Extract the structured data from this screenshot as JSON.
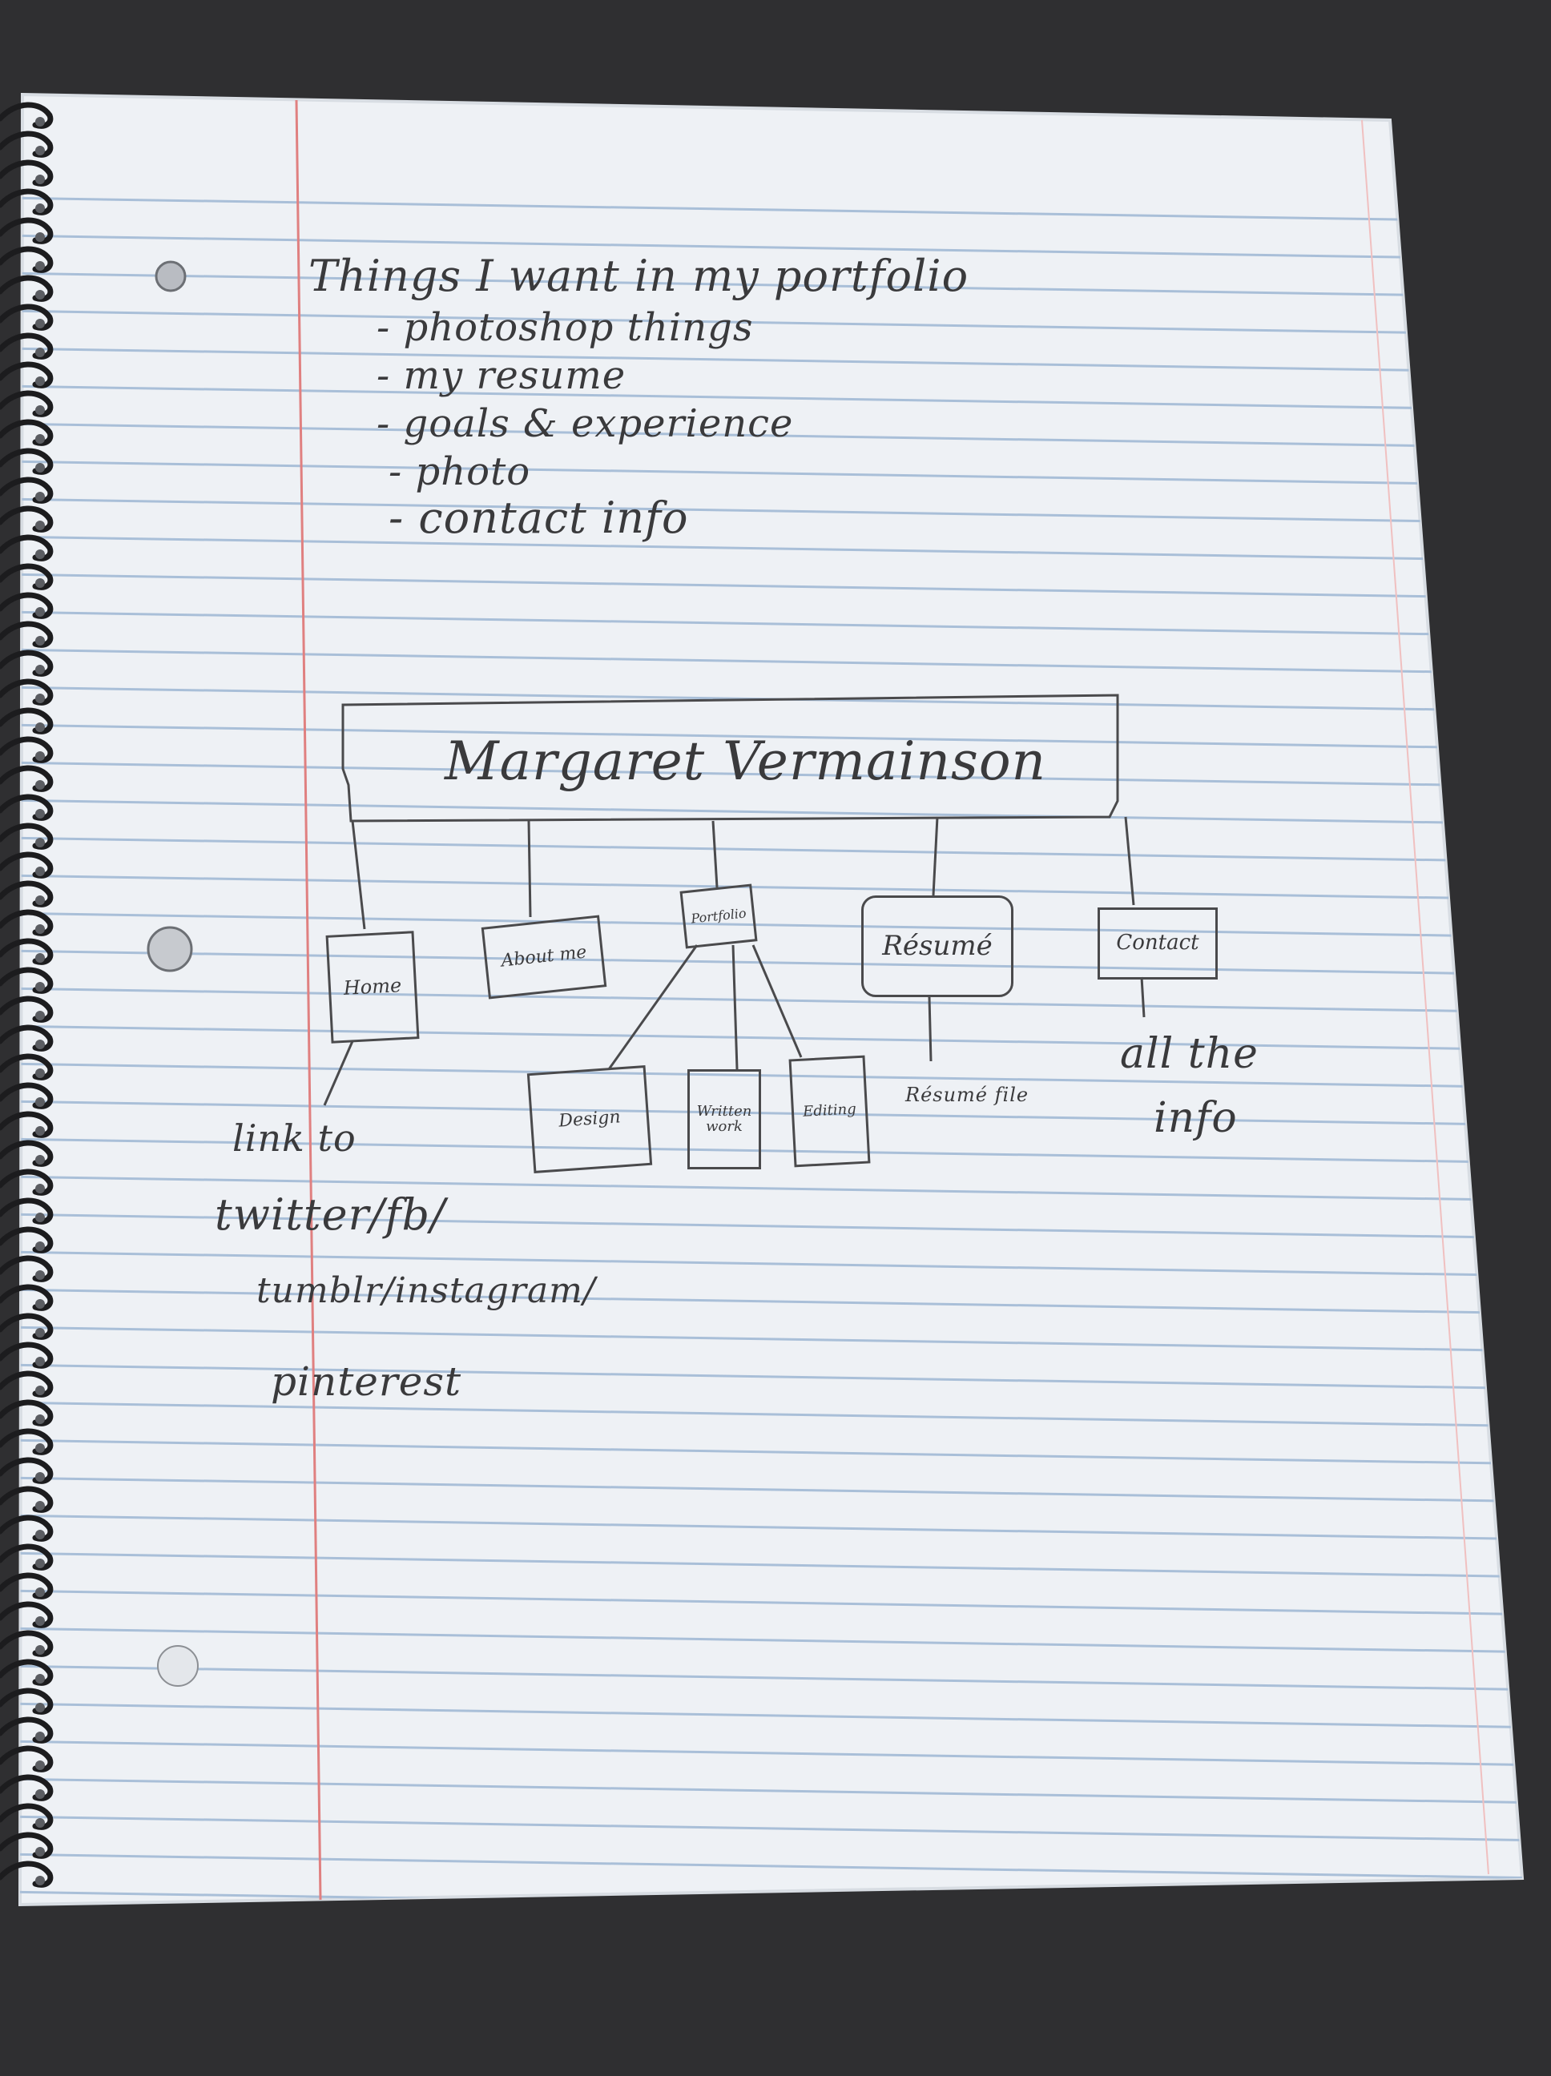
{
  "notes": {
    "heading": "Things I want in my portfolio",
    "items": [
      "- photoshop things",
      "- my resume",
      "- goals & experience",
      "- photo",
      "- contact info"
    ]
  },
  "sitemap": {
    "title": "Margaret Vermainson",
    "pages": [
      {
        "label": "Home"
      },
      {
        "label": "About me"
      },
      {
        "label": "Portfolio"
      },
      {
        "label": "Résumé"
      },
      {
        "label": "Contact"
      }
    ],
    "portfolio_children": [
      {
        "label": "Design"
      },
      {
        "label": "Written work"
      },
      {
        "label": "Editing"
      }
    ],
    "resume_child": "Résumé file",
    "contact_child": [
      "all the",
      "info"
    ],
    "home_note": [
      "link to",
      "twitter/fb/",
      "tumblr/instagram/",
      "pinterest"
    ]
  },
  "colors": {
    "background": "#2f2f31",
    "paper": "#f1f3f6",
    "rule_line": "#a9bfd8",
    "margin_line": "#e07a7a",
    "pencil": "#3a3a3c",
    "spiral": "#1c1c1e"
  }
}
